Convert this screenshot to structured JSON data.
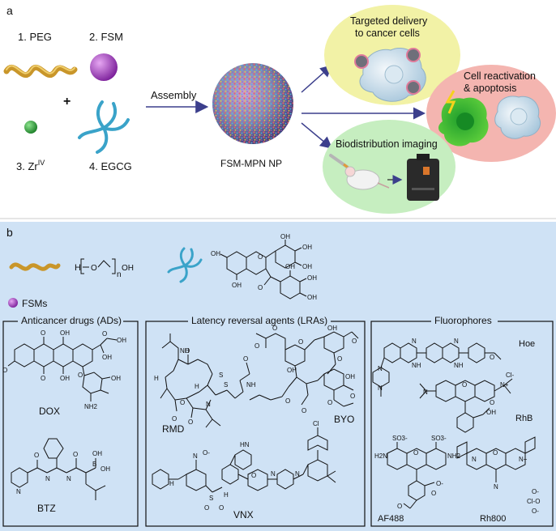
{
  "panel_a": {
    "letter": "a",
    "components": [
      {
        "label": "1. PEG",
        "icon": "peg-chain-icon"
      },
      {
        "label": "2. FSM",
        "icon": "fsm-sphere-icon"
      },
      {
        "label": "3. Zr",
        "superscript": "IV",
        "icon": "zr-dot-icon"
      },
      {
        "label": "4. EGCG",
        "icon": "egcg-star-icon"
      }
    ],
    "plus": "+",
    "assembly_label": "Assembly",
    "nanoparticle_label": "FSM-MPN NP",
    "outcomes": {
      "delivery": [
        "Targeted delivery",
        "to cancer cells"
      ],
      "reactivation": [
        "Cell reactivation",
        "& apoptosis"
      ],
      "imaging": "Biodistribution imaging"
    },
    "colors": {
      "delivery_bg": "#f2f2a6",
      "reactivation_bg": "#f4b5b0",
      "imaging_bg": "#c6eec0",
      "peg": "#c9962a",
      "fsm": "#a23fc0",
      "zr": "#2fae3c",
      "egcg": "#3aa3c9",
      "arrow": "#3c3f8c"
    }
  },
  "panel_b": {
    "letter": "b",
    "peg_formula": {
      "h": "H",
      "o": "O",
      "n": "n",
      "oh": "OH"
    },
    "fsm_legend": "FSMs",
    "bg": "#cfe2f5",
    "groups": {
      "ads": {
        "title": "Anticancer drugs (ADs)",
        "molecules": [
          "DOX",
          "BTZ"
        ]
      },
      "lras": {
        "title": "Latency reversal agents (LRAs)",
        "molecules": [
          "RMD",
          "BYO",
          "VNX"
        ]
      },
      "fluorophores": {
        "title": "Fluorophores",
        "molecules": [
          "Hoe",
          "RhB",
          "AF488",
          "Rh800"
        ]
      }
    },
    "atoms": {
      "oh": "OH",
      "o": "O",
      "hn": "HN",
      "nh": "NH",
      "n": "N",
      "h": "H",
      "s": "S",
      "b": "B",
      "cl": "Cl",
      "cl_minus": "Cl-",
      "nh2": "NH2",
      "h2n": "H2N",
      "so3": "SO3-",
      "oh_b": "OH",
      "o_minus": "O-",
      "cn": "N",
      "clo4": "Cl-O",
      "nplus": "N+",
      "no2_o": "O-",
      "o_plus": "O"
    }
  }
}
